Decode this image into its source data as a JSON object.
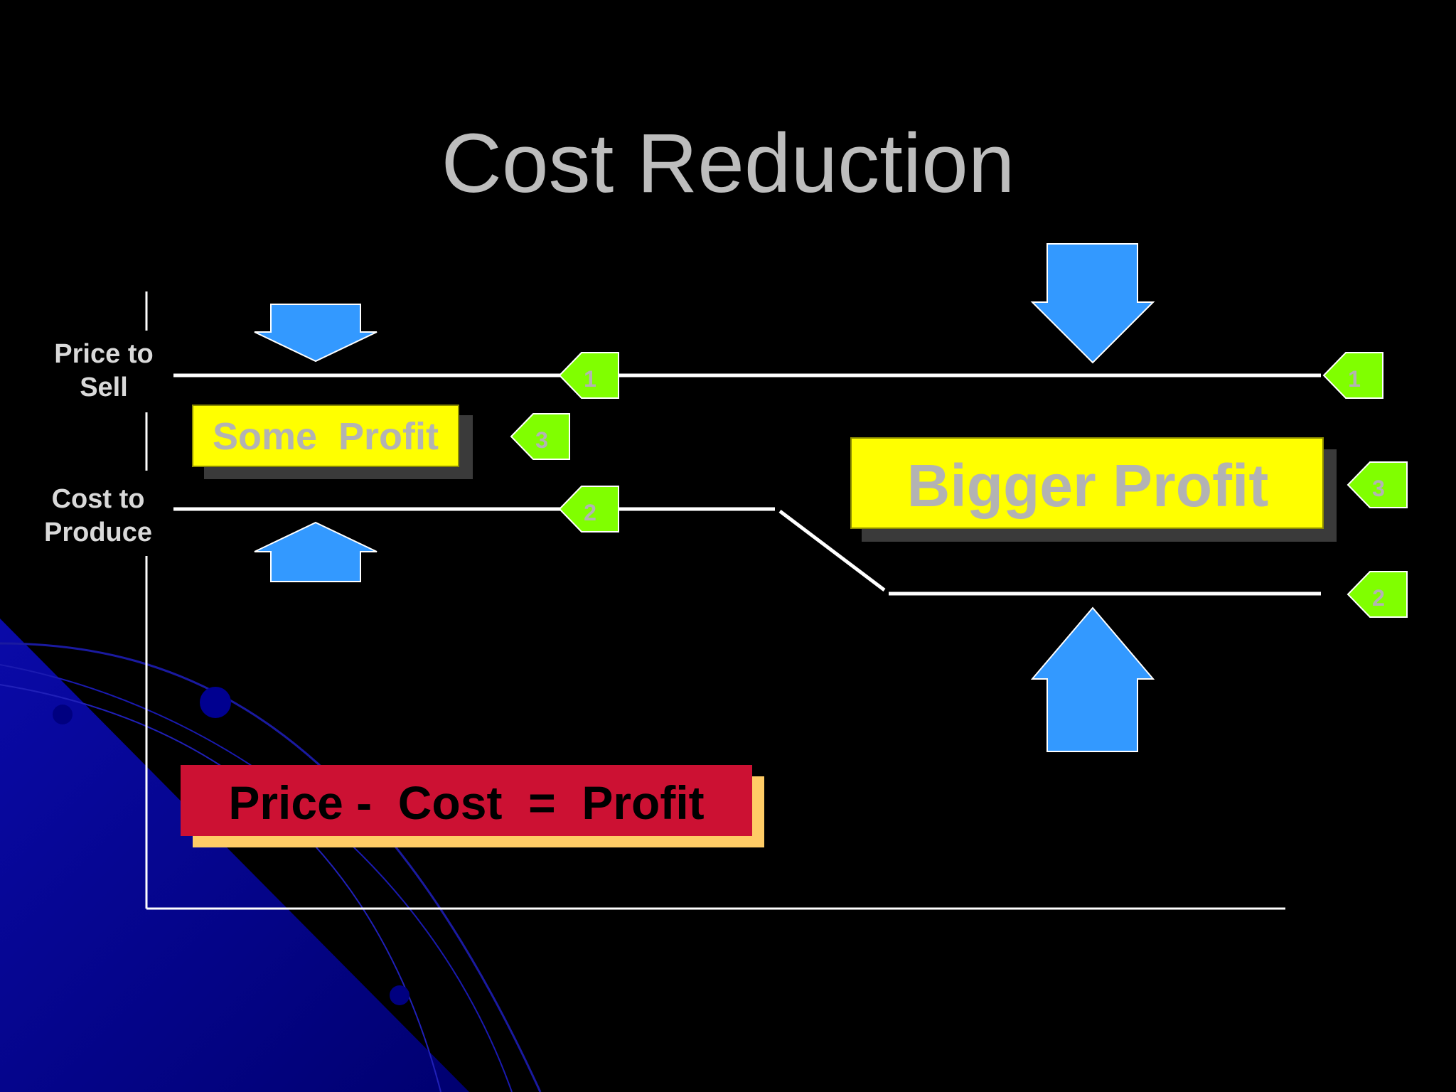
{
  "slide": {
    "title": "Cost Reduction",
    "axis_labels": {
      "price_line1": "Price to",
      "price_line2": "Sell",
      "cost_line1": "Cost to",
      "cost_line2": "Produce"
    },
    "left_panel": {
      "profit_label": "Some  Profit",
      "tag_price": "1",
      "tag_cost": "2",
      "tag_profit": "3"
    },
    "right_panel": {
      "profit_label": "Bigger Profit",
      "tag_price": "1",
      "tag_cost": "2",
      "tag_profit": "3"
    },
    "formula": "Price -  Cost  =  Profit"
  },
  "colors": {
    "background": "#000000",
    "title": "#bdbdbd",
    "axis_label": "#d9d9d9",
    "line": "#ffffff",
    "arrow": "#3399ff",
    "tag": "#80ff00",
    "profit_box": "#ffff00",
    "profit_text": "#b3b3b3",
    "formula_box": "#cc1133",
    "formula_shadow": "#ffcc66",
    "formula_text": "#000000",
    "decor_blue": "#00008f"
  }
}
